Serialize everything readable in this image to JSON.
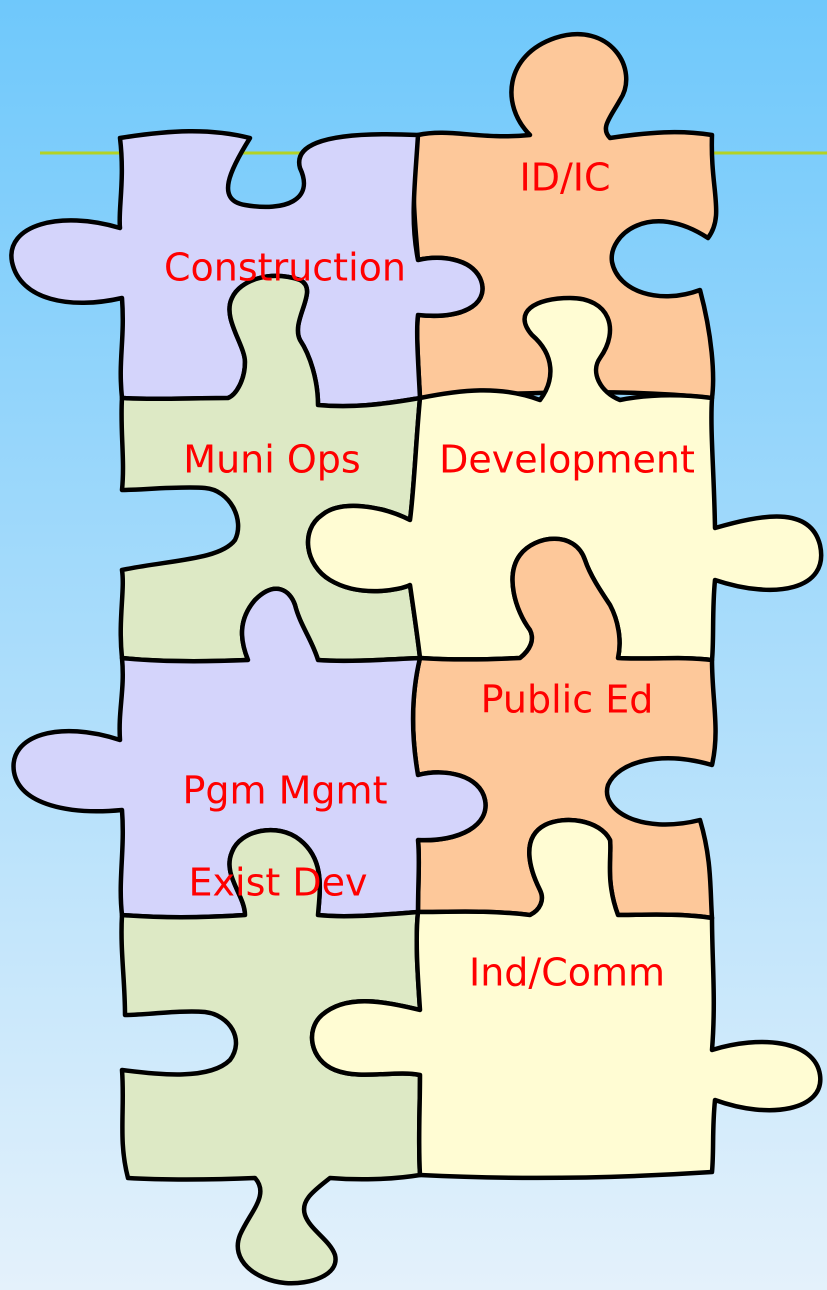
{
  "colors": {
    "background_top": "#6fc8fb",
    "background_bottom": "#e4f1fb",
    "accent_line": "#b4d224",
    "label_text": "#ff0000",
    "piece_purple": "#d4d4fb",
    "piece_orange": "#fdc89a",
    "piece_green": "#dde9c5",
    "piece_cream": "#fffcd3",
    "outline": "#000000"
  },
  "pieces": [
    {
      "label": "ID/IC",
      "color": "#fdc89a"
    },
    {
      "label": "Construction",
      "color": "#d4d4fb"
    },
    {
      "label": "Muni Ops",
      "color": "#dde9c5"
    },
    {
      "label": "Development",
      "color": "#fffcd3"
    },
    {
      "label": "Public Ed",
      "color": "#fdc89a"
    },
    {
      "label": "Pgm Mgmt",
      "color": "#d4d4fb"
    },
    {
      "label": "Exist Dev",
      "color": "#dde9c5"
    },
    {
      "label": "Ind/Comm",
      "color": "#fffcd3"
    }
  ]
}
